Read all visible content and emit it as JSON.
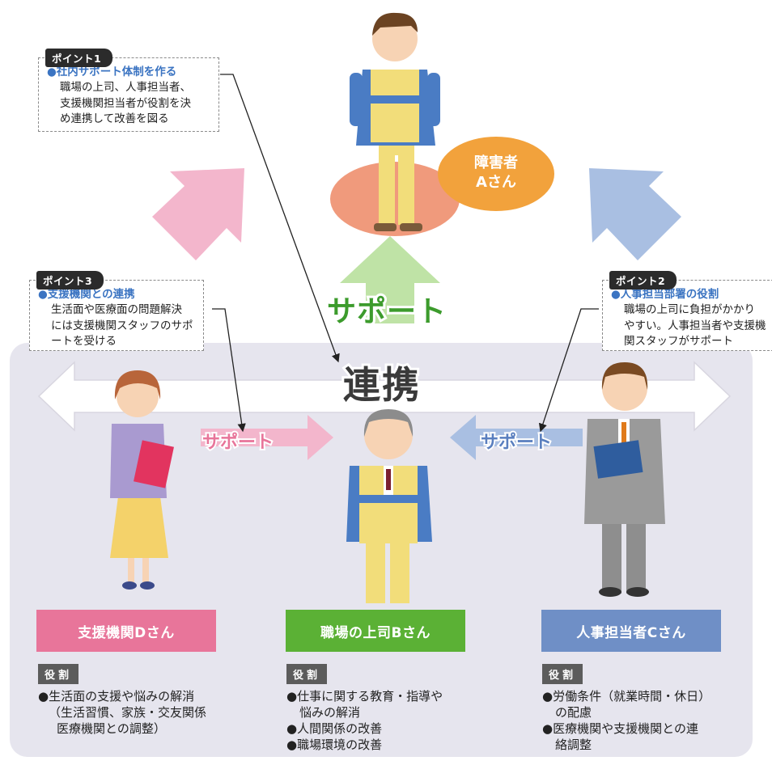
{
  "points": [
    {
      "tag": "ポイント1",
      "title": "社内サポート体制を作る",
      "lines": [
        "職場の上司、人事担当者、",
        "支援機関担当者が役割を決",
        "め連携して改善を図る"
      ]
    },
    {
      "tag": "ポイント2",
      "title": "人事担当部署の役割",
      "lines": [
        "職場の上司に負担がかかり",
        "やすい。人事担当者や支援機",
        "関スタッフがサポート"
      ]
    },
    {
      "tag": "ポイント3",
      "title": "支援機関との連携",
      "lines": [
        "生活面や医療面の問題解決",
        "には支援機関スタッフのサポ",
        "ートを受ける"
      ]
    }
  ],
  "center_person": {
    "line1": "障害者",
    "line2": "Aさん"
  },
  "labels": {
    "support": "サポート",
    "collaboration": "連携"
  },
  "people": [
    {
      "name": "支援機関Dさん",
      "color": "#e8759a",
      "role_tag": "役割",
      "roles": [
        "●生活面の支援や悩みの解消",
        "（生活習慣、家族・交友関係",
        "医療機関との調整）"
      ]
    },
    {
      "name": "職場の上司Bさん",
      "color": "#5bb135",
      "role_tag": "役割",
      "roles": [
        "●仕事に関する教育・指導や",
        "悩みの解消",
        "●人間関係の改善",
        "●職場環境の改善"
      ]
    },
    {
      "name": "人事担当者Cさん",
      "color": "#6f8fc6",
      "role_tag": "役割",
      "roles": [
        "●労働条件（就業時間・休日）",
        "の配慮",
        "●医療機関や支援機関との連",
        "絡調整"
      ]
    }
  ],
  "colors": {
    "pink_arrow": "#f3b6cc",
    "blue_arrow": "#a9bfe2",
    "green_arrow": "#bfe3a6",
    "panel": "#e6e5ee"
  }
}
